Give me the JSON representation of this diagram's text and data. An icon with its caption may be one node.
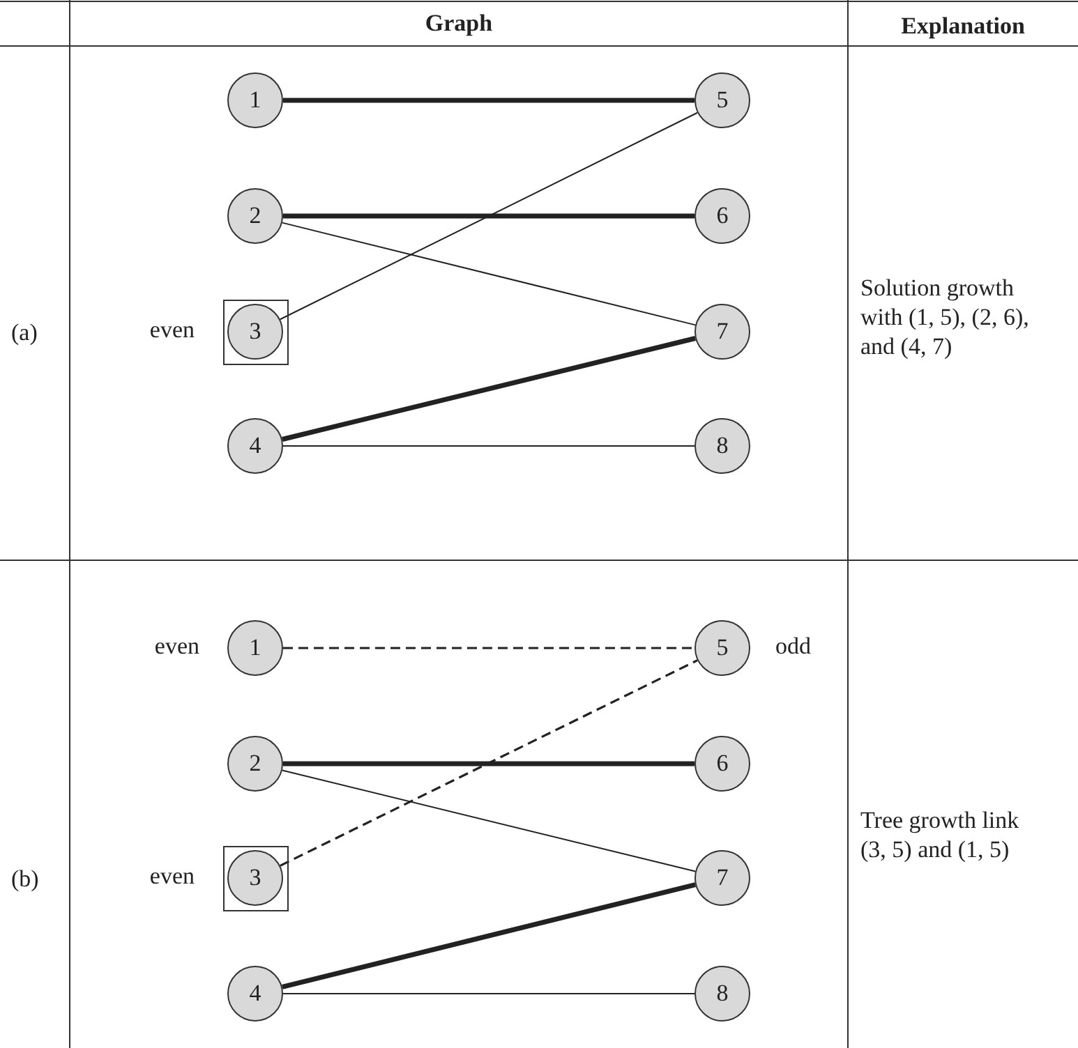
{
  "diagram": {
    "nodes": [
      {
        "text": [
          "1"
        ]
      },
      {
        "text": [
          "5"
        ]
      },
      {
        "text": [
          "2"
        ]
      },
      {
        "text": [
          "6"
        ]
      },
      {
        "text": [],
        "shape": "box",
        "beside": [
          "even"
        ]
      },
      {
        "text": [
          "3"
        ],
        "in": 4
      },
      {
        "text": [
          "7"
        ]
      },
      {
        "text": [
          "4"
        ]
      },
      {
        "text": [
          "8"
        ]
      },
      {
        "text": [
          "1"
        ],
        "beside": [
          "even"
        ]
      },
      {
        "text": [
          "5"
        ],
        "beside": [
          "odd"
        ]
      },
      {
        "text": [
          "2"
        ]
      },
      {
        "text": [
          "6"
        ]
      },
      {
        "text": [],
        "shape": "box",
        "beside": [
          "even"
        ]
      },
      {
        "text": [
          "3"
        ],
        "in": 13
      },
      {
        "text": [
          "7"
        ]
      },
      {
        "text": [
          "4"
        ]
      },
      {
        "text": [
          "8"
        ]
      }
    ],
    "edges": [
      {
        "from": 0,
        "to": 1,
        "arrow": "none",
        "style": "thick"
      },
      {
        "from": 2,
        "to": 3,
        "arrow": "none",
        "style": "thick"
      },
      {
        "from": 2,
        "to": 6,
        "arrow": "none"
      },
      {
        "from": 5,
        "to": 1,
        "arrow": "none"
      },
      {
        "from": 7,
        "to": 6,
        "arrow": "none",
        "style": "thick"
      },
      {
        "from": 7,
        "to": 8,
        "arrow": "none"
      },
      {
        "from": 9,
        "to": 10,
        "arrow": "none",
        "style": "dashed"
      },
      {
        "from": 14,
        "to": 10,
        "arrow": "none",
        "style": "dashed"
      },
      {
        "from": 11,
        "to": 12,
        "arrow": "none",
        "style": "thick"
      },
      {
        "from": 11,
        "to": 15,
        "arrow": "none"
      },
      {
        "from": 16,
        "to": 15,
        "arrow": "none",
        "style": "thick"
      },
      {
        "from": 16,
        "to": 17,
        "arrow": "none"
      }
    ],
    "labels": [
      "Graph",
      "Explanation",
      "(a)",
      "Solution growth with (1, 5), (2, 6), and (4, 7)",
      "(b)",
      "Tree growth link (3, 5) and (1, 5)"
    ]
  }
}
